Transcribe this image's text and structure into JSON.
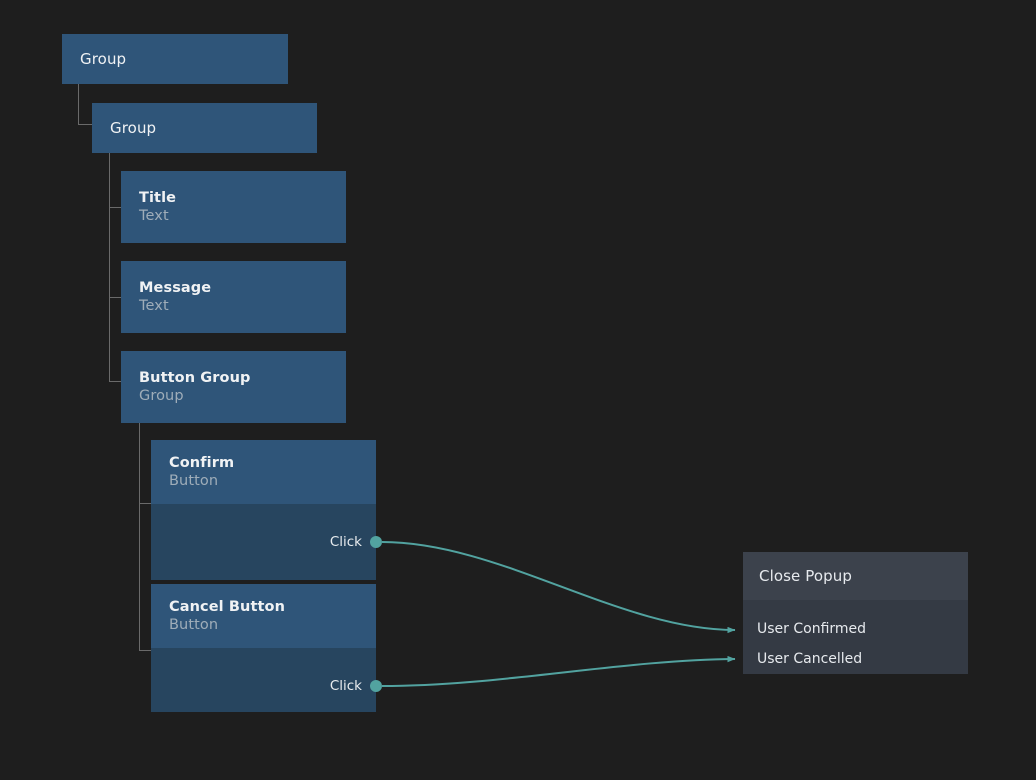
{
  "canvas": {
    "background": "#1e1e1e",
    "accent_teal": "#52a3a0",
    "node_header_blue": "#2f5579",
    "node_body_blue": "#27455f",
    "action_header_gray": "#3c424c",
    "action_body_gray": "#343a44",
    "connector_gray": "#6a6a6a"
  },
  "tree": {
    "nodes": [
      {
        "id": "group-root",
        "title": "Group",
        "subtitle": ""
      },
      {
        "id": "group-child",
        "title": "Group",
        "subtitle": ""
      },
      {
        "id": "title",
        "title": "Title",
        "subtitle": "Text"
      },
      {
        "id": "message",
        "title": "Message",
        "subtitle": "Text"
      },
      {
        "id": "button-group",
        "title": "Button Group",
        "subtitle": "Group"
      },
      {
        "id": "confirm",
        "title": "Confirm",
        "subtitle": "Button"
      },
      {
        "id": "cancel",
        "title": "Cancel Button",
        "subtitle": "Button"
      }
    ]
  },
  "ports": {
    "confirm_click": "Click",
    "cancel_click": "Click"
  },
  "action_node": {
    "title": "Close Popup",
    "inputs": [
      {
        "label": "User Confirmed"
      },
      {
        "label": "User Cancelled"
      }
    ]
  }
}
